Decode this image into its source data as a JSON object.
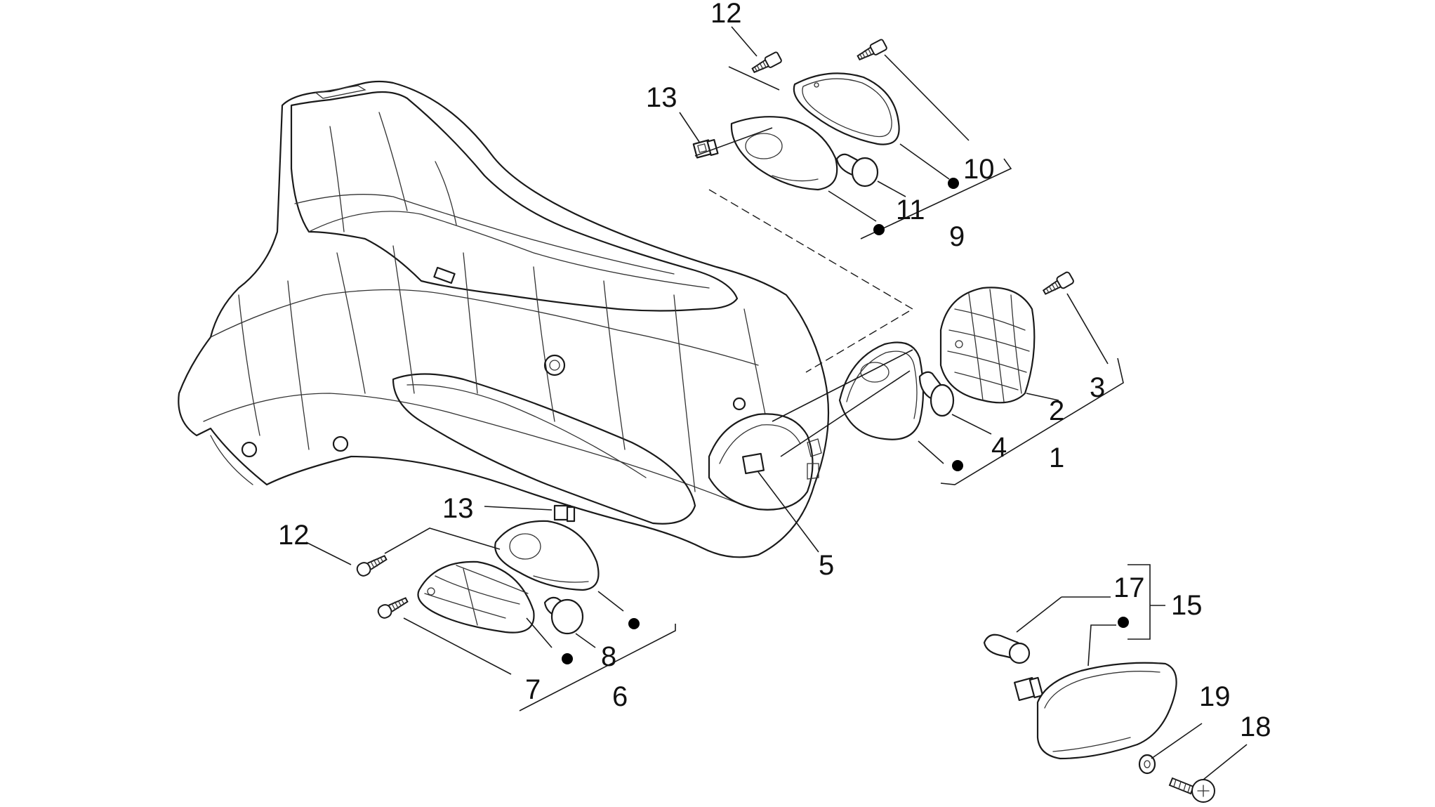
{
  "labels": {
    "l1": "1",
    "l2": "2",
    "l3": "3",
    "l4": "4",
    "l5": "5",
    "l6": "6",
    "l7": "7",
    "l8": "8",
    "l9": "9",
    "l10": "10",
    "l11": "11",
    "l12_top": "12",
    "l12_bottom": "12",
    "l13_top": "13",
    "l13_bottom": "13",
    "l15": "15",
    "l17": "17",
    "l18": "18",
    "l19": "19"
  },
  "colors": {
    "line": "#1a1a1a",
    "background": "#ffffff",
    "marker": "#000000"
  }
}
